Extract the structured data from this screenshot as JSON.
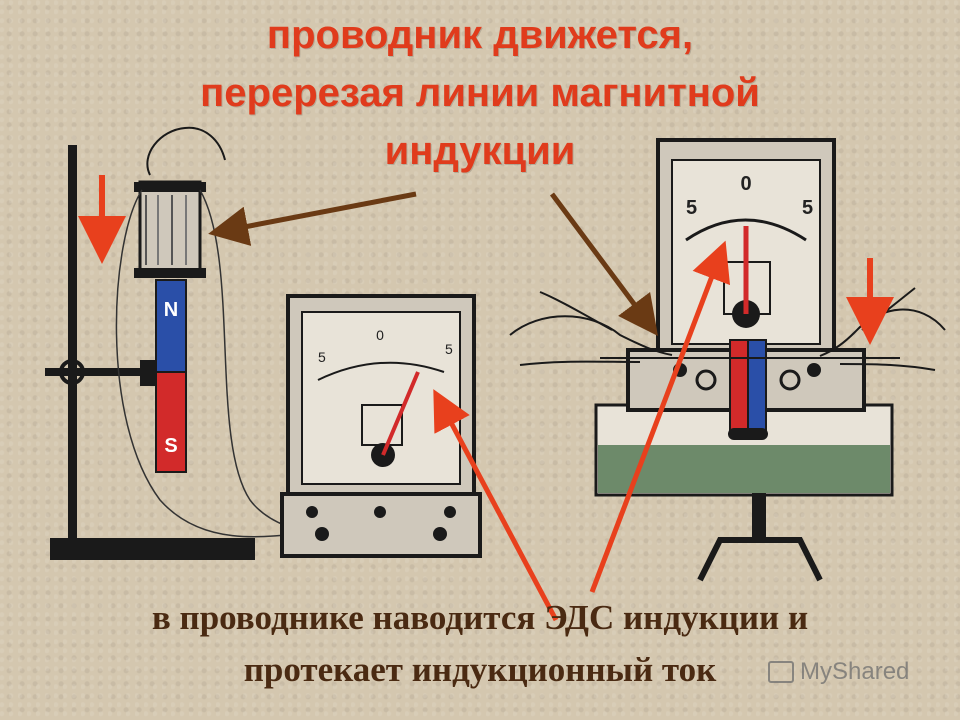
{
  "title": {
    "line1": "проводник движется,",
    "line2": "перерезая линии магнитной",
    "line3": "индукции"
  },
  "caption": {
    "line1": "в проводнике наводится ЭДС индукции и",
    "line2": "протекает индукционный ток"
  },
  "magnet": {
    "north_label": "N",
    "south_label": "S"
  },
  "galvanometer_left": {
    "scale_left": "5",
    "scale_zero": "0",
    "scale_right": "5"
  },
  "galvanometer_right": {
    "scale_left": "5",
    "scale_zero": "0",
    "scale_right": "5"
  },
  "watermark": {
    "text": "MyShared"
  },
  "colors": {
    "title": "#e03b1c",
    "caption": "#4a2a12",
    "arrow_red": "#e8401d",
    "arrow_brown": "#6a3a14",
    "magnet_north": "#2a4fa8",
    "magnet_south": "#d22a2a",
    "table_green": "#6d8a6a"
  }
}
